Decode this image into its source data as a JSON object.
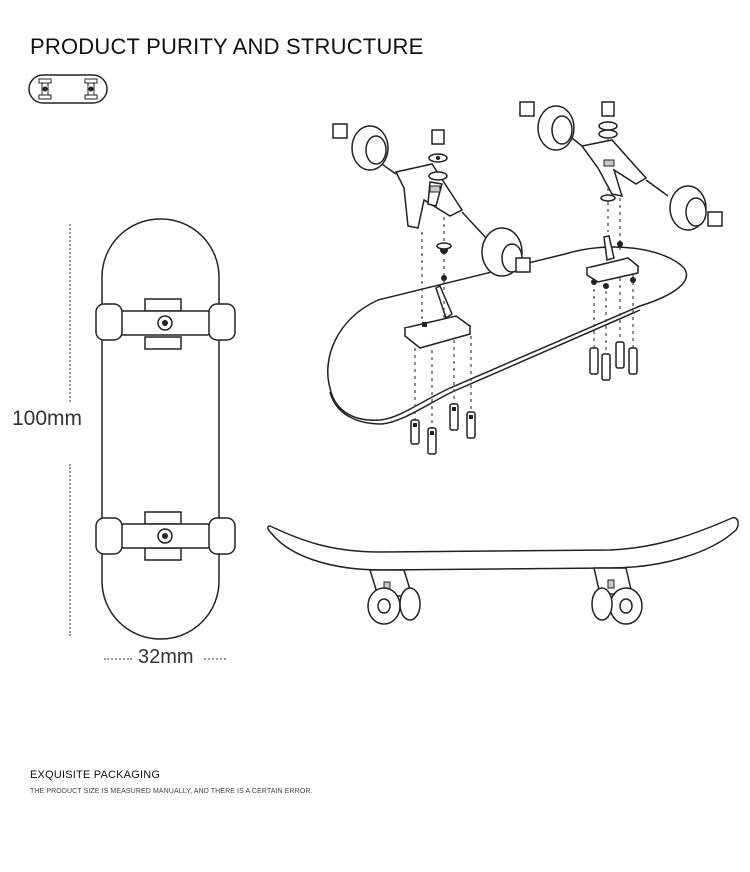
{
  "header": {
    "title": "PRODUCT PURITY AND STRUCTURE"
  },
  "dimensions": {
    "length_label": "100mm",
    "width_label": "32mm"
  },
  "footer": {
    "packaging_title": "EXQUISITE PACKAGING",
    "note": "THE PRODUCT SIZE IS MEASURED MANUALLY, AND THERE IS A CERTAIN ERROR."
  },
  "colors": {
    "line": "#222222",
    "text": "#111111",
    "dotted_guides": "#999999"
  }
}
